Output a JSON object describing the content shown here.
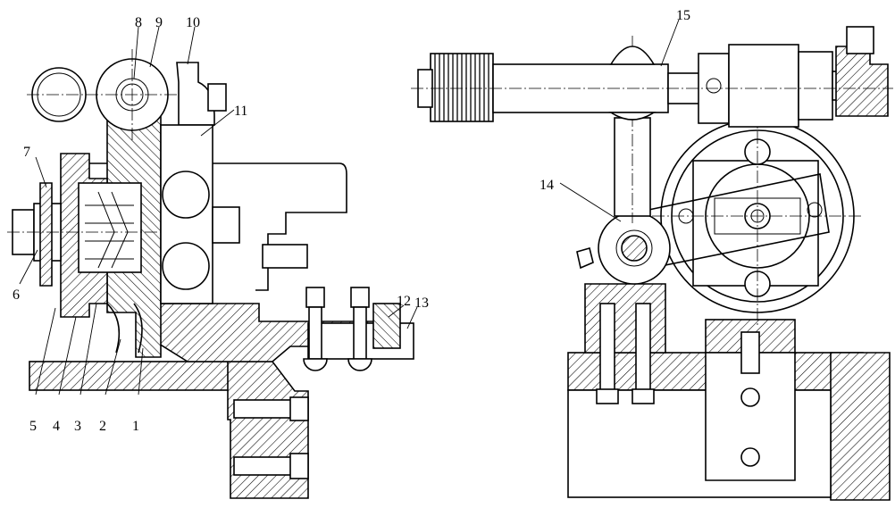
{
  "part_labels": [
    "1",
    "2",
    "3",
    "4",
    "5",
    "6",
    "7",
    "8",
    "9",
    "10",
    "11",
    "12",
    "13",
    "14",
    "15"
  ]
}
